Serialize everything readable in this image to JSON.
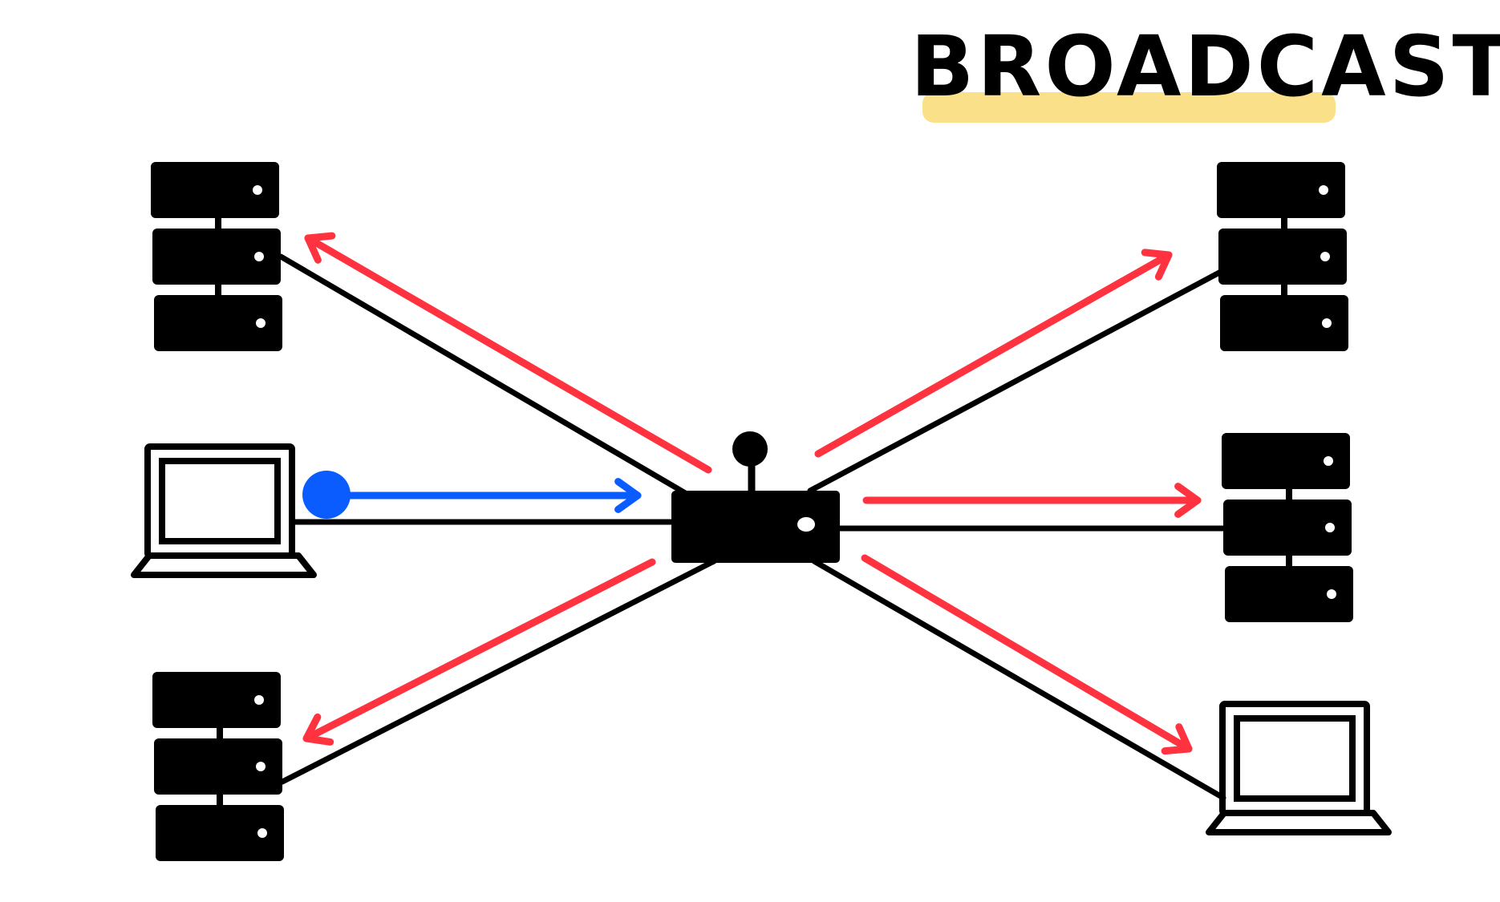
{
  "title": "BROADCAST",
  "colors": {
    "ink": "#000000",
    "broadcast": "#ff3340",
    "sender": "#0a5cff",
    "highlight": "#fbe08a",
    "background": "#ffffff"
  },
  "hub": {
    "icon": "router-icon"
  },
  "devices": [
    {
      "id": "server-top-left",
      "icon": "server-rack-icon",
      "role": "receiver"
    },
    {
      "id": "laptop-left",
      "icon": "laptop-icon",
      "role": "sender"
    },
    {
      "id": "server-bottom-left",
      "icon": "server-rack-icon",
      "role": "receiver"
    },
    {
      "id": "server-top-right",
      "icon": "server-rack-icon",
      "role": "receiver"
    },
    {
      "id": "server-middle-right",
      "icon": "server-rack-icon",
      "role": "receiver"
    },
    {
      "id": "laptop-bottom-right",
      "icon": "laptop-icon",
      "role": "receiver"
    }
  ]
}
